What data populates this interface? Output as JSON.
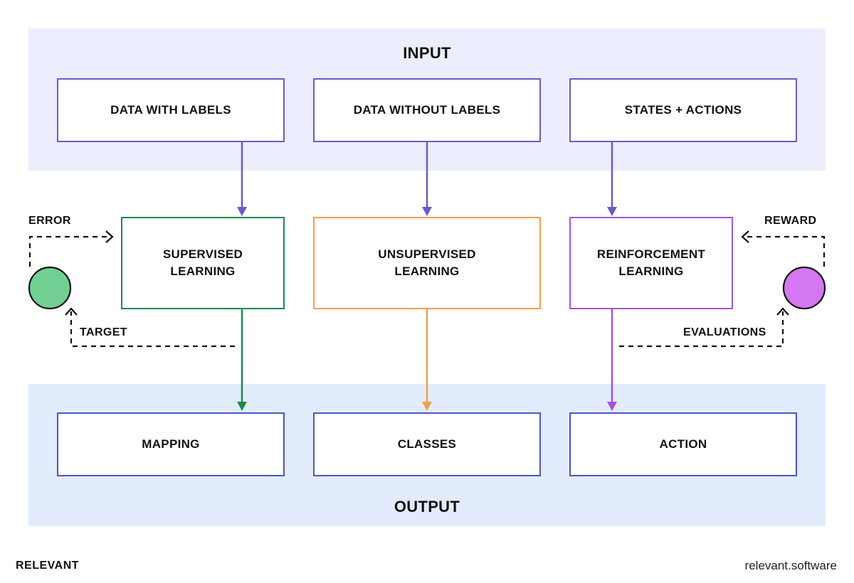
{
  "input": {
    "title": "INPUT"
  },
  "output": {
    "title": "OUTPUT"
  },
  "input_boxes": {
    "data_with_labels": "DATA WITH LABELS",
    "data_without_labels": "DATA WITHOUT LABELS",
    "states_actions": "STATES + ACTIONS"
  },
  "learning": {
    "supervised": "SUPERVISED\nLEARNING",
    "unsupervised": "UNSUPERVISED\nLEARNING",
    "reinforcement": "REINFORCEMENT\nLEARNING"
  },
  "output_boxes": {
    "mapping": "MAPPING",
    "classes": "CLASSES",
    "action": "ACTION"
  },
  "labels": {
    "error": "ERROR",
    "target": "TARGET",
    "reward": "REWARD",
    "evaluations": "EVALUATIONS"
  },
  "footer": {
    "brand": "RELEVANT",
    "url": "relevant.software"
  },
  "colors": {
    "input_band": "#eceefd",
    "output_band": "#e2ecfc",
    "io_border": "#4d55c4",
    "supervised": "#1f8a4c",
    "unsupervised": "#f0a050",
    "reinforcement": "#a552e0",
    "arrow_blue": "#6a5cc4",
    "error_circle": "#72cf93",
    "reward_circle": "#d577f2"
  }
}
